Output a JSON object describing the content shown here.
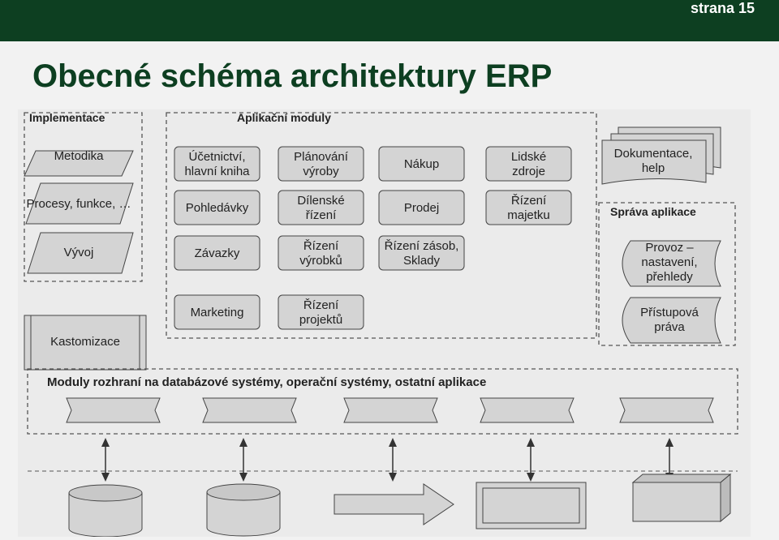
{
  "header": {
    "page_number": "strana 15"
  },
  "slide": {
    "title": "Obecné schéma architektury ERP"
  },
  "diagram": {
    "implementation": {
      "title": "Implementace",
      "items": [
        "Metodika",
        "Procesy, funkce, …",
        "Vývoj"
      ],
      "customization": "Kastomizace"
    },
    "application_modules": {
      "title": "Aplikační moduly",
      "modules": [
        [
          "Účetnictví,",
          "hlavní kniha"
        ],
        [
          "Plánování",
          "výroby"
        ],
        [
          "Nákup"
        ],
        [
          "Lidské",
          "zdroje"
        ],
        [
          "Pohledávky"
        ],
        [
          "Dílenské",
          "řízení"
        ],
        [
          "Prodej"
        ],
        [
          "Řízení",
          "majetku"
        ],
        [
          "Závazky"
        ],
        [
          "Řízení",
          "výrobků"
        ],
        [
          "Řízení zásob,",
          "Sklady"
        ],
        [
          "Marketing"
        ],
        [
          "Řízení",
          "projektů"
        ]
      ]
    },
    "documentation": [
      "Dokumentace,",
      "help"
    ],
    "administration": {
      "title": "Správa aplikace",
      "items": [
        [
          "Provoz –",
          "nastavení,",
          "přehledy"
        ],
        [
          "Přístupová",
          "práva"
        ]
      ]
    },
    "interfaces": {
      "title": "Moduly rozhraní na databázové systémy, operační systémy, ostatní aplikace"
    }
  }
}
